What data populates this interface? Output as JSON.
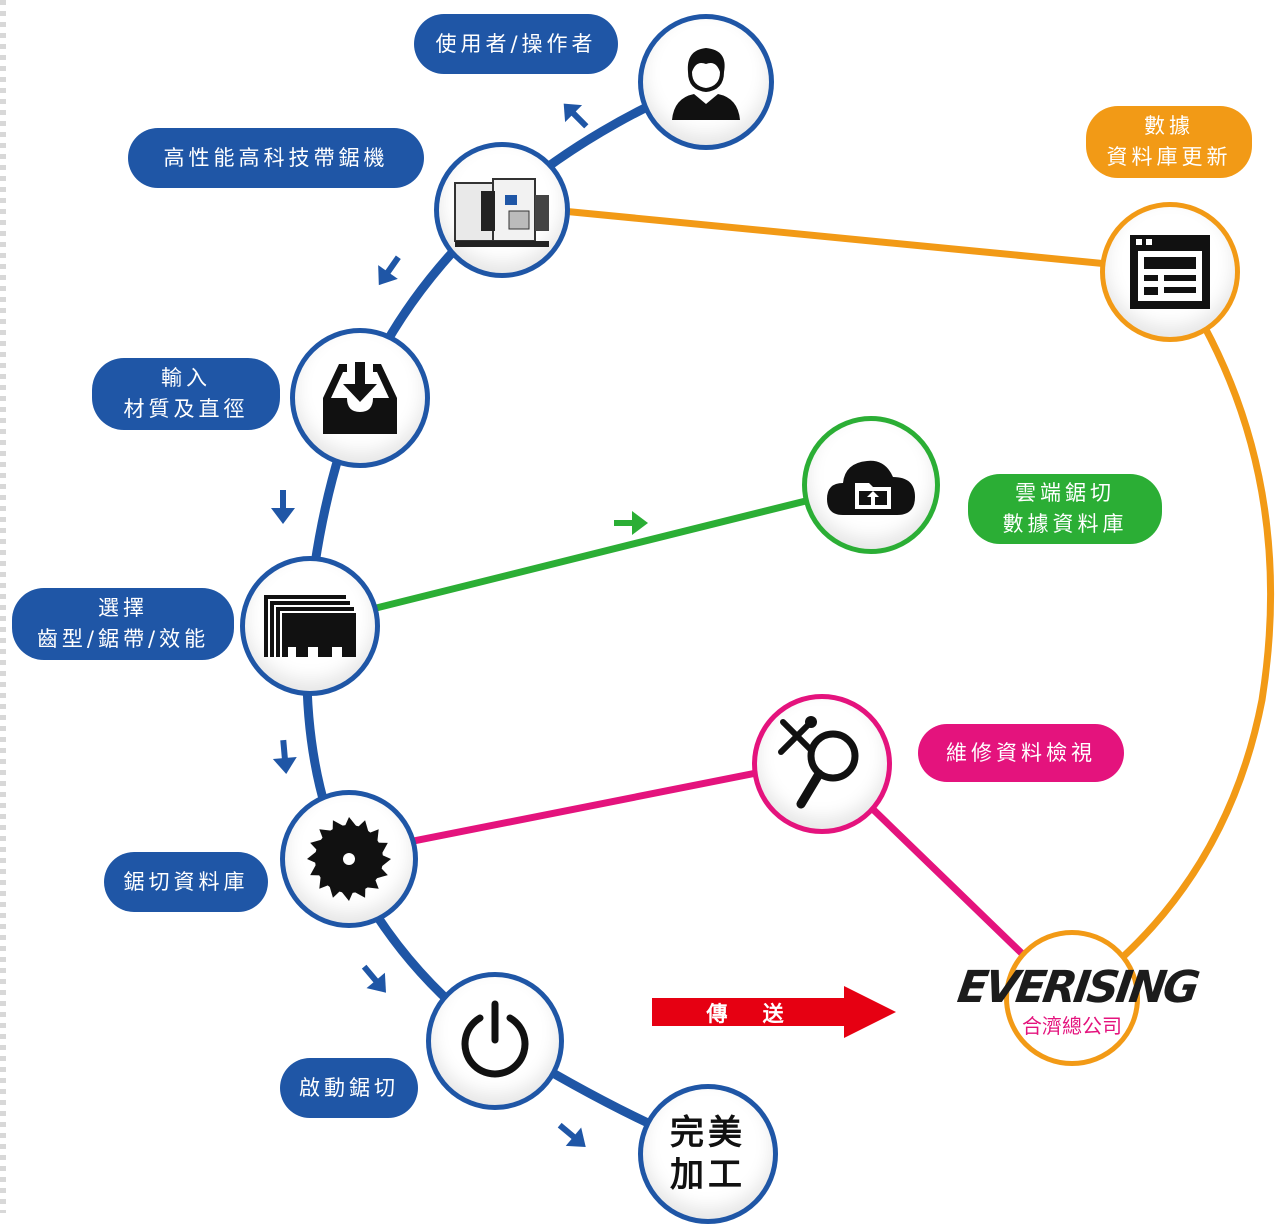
{
  "colors": {
    "blue": "#1f56a6",
    "orange": "#f29a16",
    "green": "#2bae35",
    "pink": "#e4137d",
    "red": "#e60012"
  },
  "labels": {
    "operator": "使用者/操作者",
    "machine": "高性能高科技帶鋸機",
    "input_line1": "輸入",
    "input_line2": "材質及直徑",
    "select_line1": "選擇",
    "select_line2": "齒型/鋸帶/效能",
    "saw_database": "鋸切資料庫",
    "start_cutting": "啟動鋸切",
    "finish_line1": "完美",
    "finish_line2": "加工",
    "db_update_line1": "數據",
    "db_update_line2": "資料庫更新",
    "cloud_line1": "雲端鋸切",
    "cloud_line2": "數據資料庫",
    "maintenance": "維修資料檢視",
    "send": "傳 送",
    "brand": "EVERISING",
    "brand_sub": "合濟總公司"
  },
  "icons": {
    "operator": "user-icon",
    "machine": "band-saw-machine-icon",
    "input": "download-tray-icon",
    "select": "saw-blade-layers-icon",
    "saw": "circular-saw-icon",
    "start": "power-icon",
    "database": "browser-window-icon",
    "cloud": "cloud-folder-upload-icon",
    "maintenance": "tools-magnifier-icon"
  }
}
